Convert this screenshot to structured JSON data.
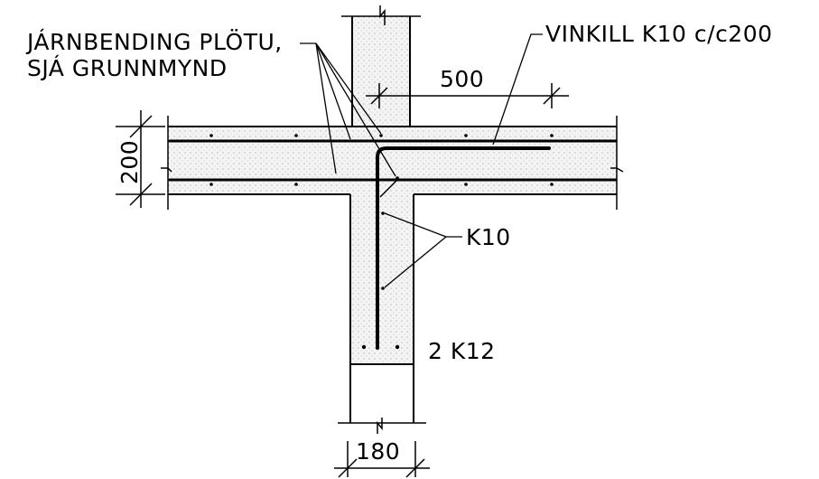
{
  "labels": {
    "slab_reinforcement_line1": "JÁRNBENDING PLÖTU,",
    "slab_reinforcement_line2": "SJÁ GRUNNMYND",
    "angle_bar": "VINKILL K10 c/c200",
    "dim_anchorage": "500",
    "dim_slab_thickness": "200",
    "wall_bars": "K10",
    "bottom_bars": "2 K12",
    "dim_wall_thickness": "180"
  },
  "colors": {
    "line": "#000000",
    "concrete_fill": "#ececec",
    "background": "#ffffff"
  }
}
